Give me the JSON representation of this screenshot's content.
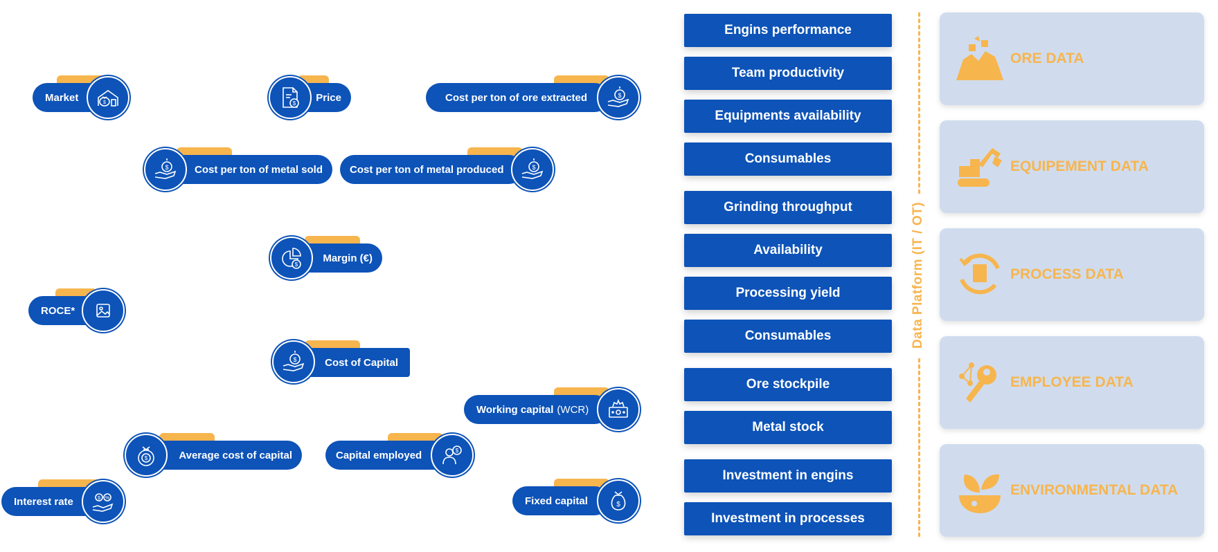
{
  "kpis": {
    "market": "Market",
    "price": "Price",
    "cost_ore_extracted": "Cost per ton of ore extracted",
    "cost_metal_sold": "Cost per ton of metal sold",
    "cost_metal_produced": "Cost per ton of metal produced",
    "margin": "Margin (€)",
    "roce": "ROCE*",
    "cost_of_capital": "Cost of Capital",
    "working_capital": "Working capital",
    "working_capital_abbr": "(WCR)",
    "average_cost_of_capital": "Average cost of capital",
    "capital_employed": "Capital employed",
    "interest_rate": "Interest rate",
    "fixed_capital": "Fixed capital"
  },
  "metrics": [
    "Engins performance",
    "Team productivity",
    "Equipments availability",
    "Consumables",
    "Grinding throughput",
    "Availability",
    "Processing yield",
    "Consumables",
    "Ore stockpile",
    "Metal stock",
    "Investment in engins",
    "Investment in processes"
  ],
  "platform_label": "Data Platform (IT / OT)",
  "data_sources": [
    {
      "label": "ORE DATA",
      "icon": "ore-icon"
    },
    {
      "label": "EQUIPEMENT DATA",
      "icon": "excavator-icon"
    },
    {
      "label": "PROCESS DATA",
      "icon": "process-document-icon"
    },
    {
      "label": "EMPLOYEE DATA",
      "icon": "employee-network-icon"
    },
    {
      "label": "ENVIRONMENTAL DATA",
      "icon": "plant-hand-icon"
    }
  ],
  "colors": {
    "primary_blue": "#0d53b8",
    "accent_orange": "#f7b54e",
    "card_bg": "#d0dcee"
  }
}
